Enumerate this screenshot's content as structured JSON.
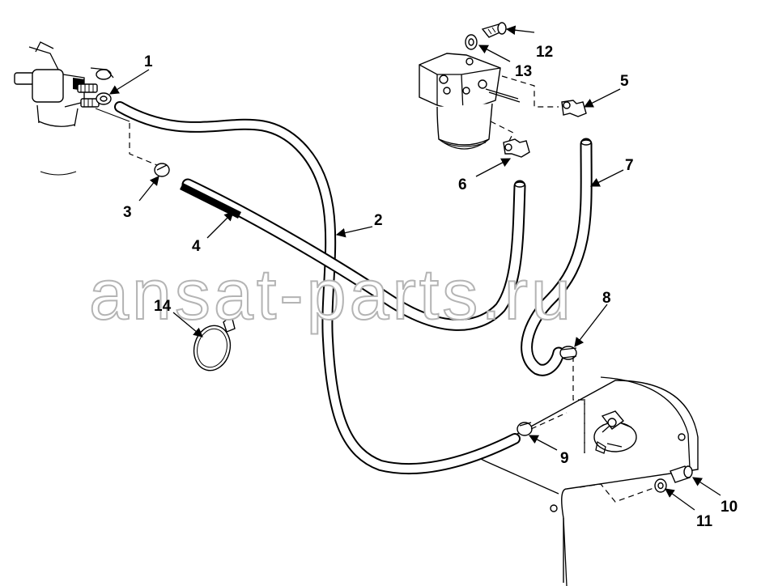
{
  "watermark": "ansat-parts.ru",
  "callouts": {
    "c1": "1",
    "c2": "2",
    "c3": "3",
    "c4": "4",
    "c5": "5",
    "c6": "6",
    "c7": "7",
    "c8": "8",
    "c9": "9",
    "c10": "10",
    "c11": "11",
    "c12": "12",
    "c13": "13",
    "c14": "14"
  }
}
